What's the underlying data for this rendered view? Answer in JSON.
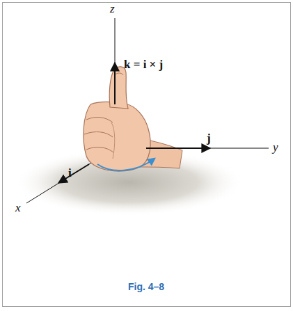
{
  "diagram": {
    "caption": "Fig. 4–8",
    "labels": [
      "z",
      "k = i × j",
      "j",
      "y",
      "i",
      "x"
    ]
  }
}
